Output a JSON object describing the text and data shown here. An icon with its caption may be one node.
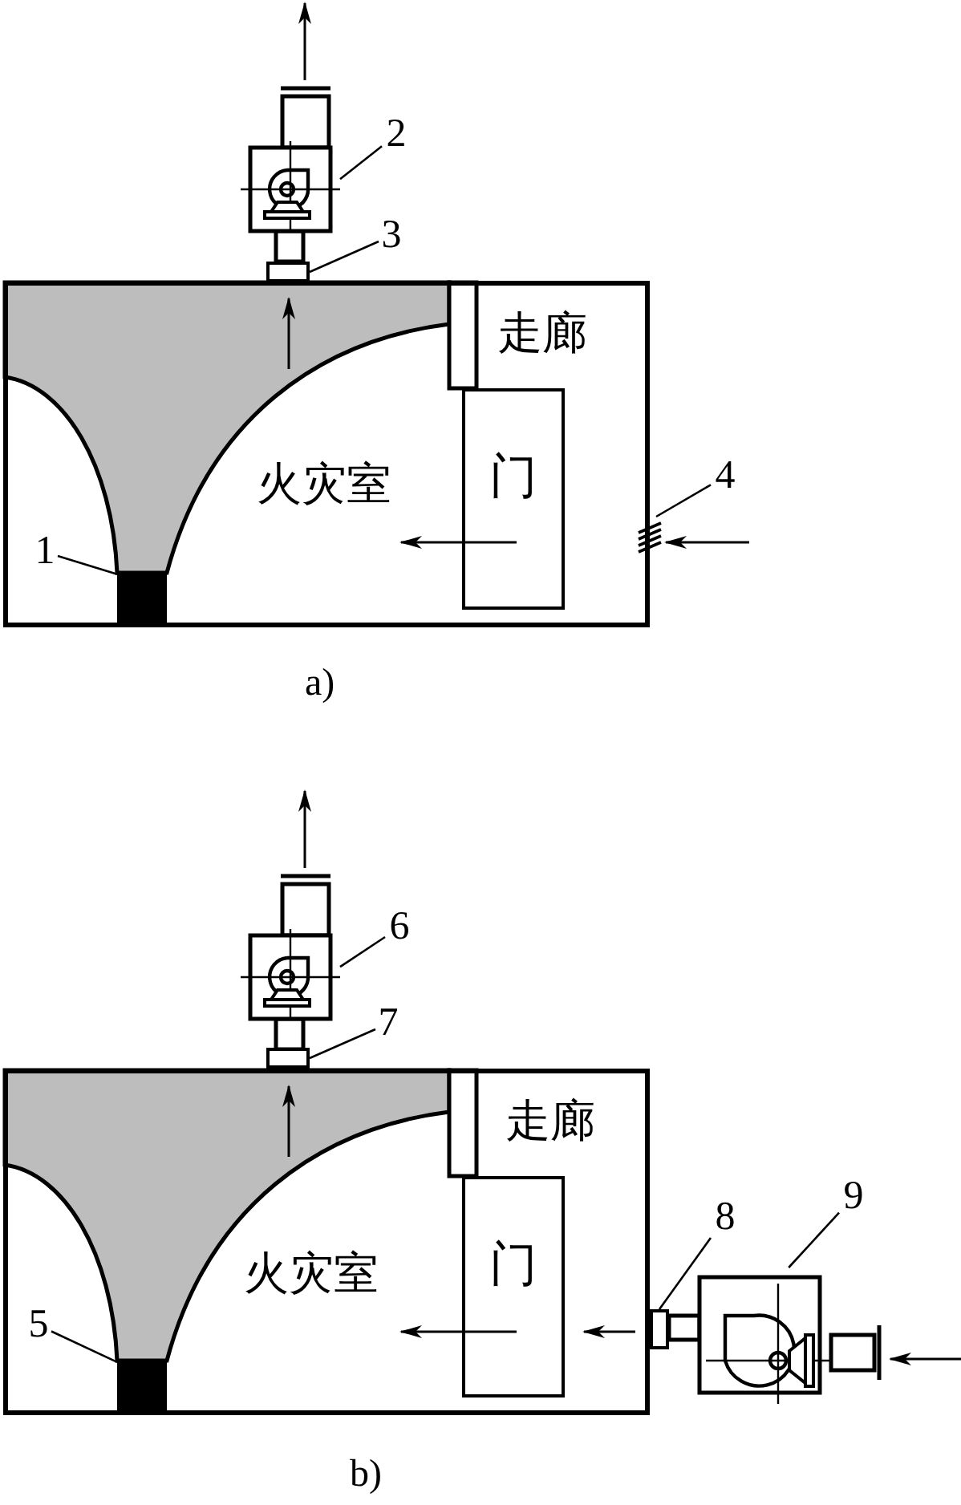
{
  "diagram": {
    "nodes": [
      {
        "text": [
          "火灾室"
        ]
      },
      {
        "text": [
          "门"
        ],
        "in": 0
      },
      {
        "text": [
          "1"
        ],
        "in": 0
      },
      {
        "text": [],
        "shape": "box",
        "in": 0
      },
      {
        "text": [
          "2"
        ]
      },
      {
        "text": [],
        "shape": "fan"
      },
      {
        "text": [
          "3"
        ]
      },
      {
        "text": [],
        "shape": "box"
      },
      {
        "text": [
          "4"
        ]
      },
      {
        "text": [],
        "shape": "grille"
      },
      {
        "text": [
          "火灾室"
        ]
      },
      {
        "text": [
          "门"
        ],
        "in": 10
      },
      {
        "text": [
          "5"
        ],
        "in": 10
      },
      {
        "text": [],
        "shape": "box",
        "in": 10
      },
      {
        "text": [
          "6"
        ]
      },
      {
        "text": [],
        "shape": "fan"
      },
      {
        "text": [
          "7"
        ]
      },
      {
        "text": [],
        "shape": "box"
      },
      {
        "text": [
          "8"
        ]
      },
      {
        "text": [],
        "shape": "box"
      },
      {
        "text": [
          "9"
        ]
      },
      {
        "text": [],
        "shape": "fan"
      }
    ],
    "edges": [
      {
        "from": 2,
        "to": 3,
        "arrow": "none"
      },
      {
        "from": 4,
        "to": 5,
        "arrow": "none"
      },
      {
        "from": 6,
        "to": 7,
        "arrow": "none"
      },
      {
        "from": 8,
        "to": 9,
        "arrow": "none"
      },
      {
        "from": 12,
        "to": 13,
        "arrow": "none"
      },
      {
        "from": 14,
        "to": 15,
        "arrow": "none"
      },
      {
        "from": 16,
        "to": 17,
        "arrow": "none"
      },
      {
        "from": 18,
        "to": 19,
        "arrow": "none"
      },
      {
        "from": 20,
        "to": 21,
        "arrow": "none"
      }
    ],
    "labels": [
      "走廊",
      "a)",
      "走廊",
      "b)"
    ]
  }
}
